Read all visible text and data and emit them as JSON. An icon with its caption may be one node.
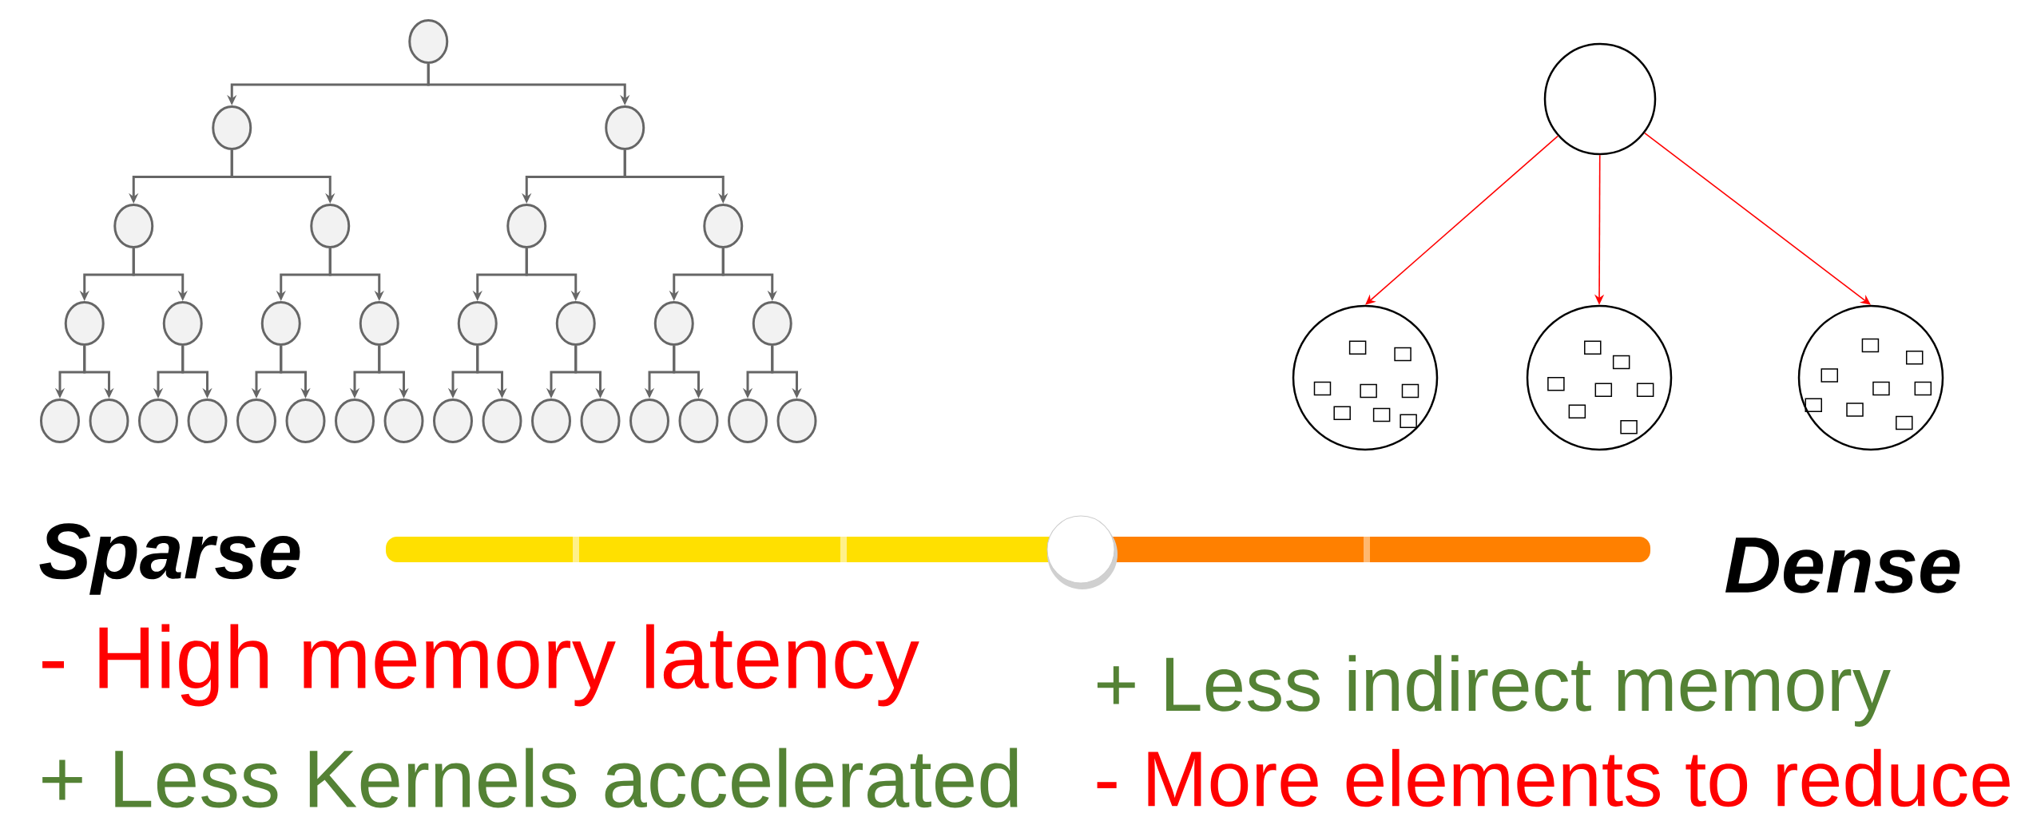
{
  "diagram": {
    "nodes": [
      {
        "text": [],
        "shape": "circle"
      },
      {
        "text": [],
        "shape": "circle"
      },
      {
        "text": [],
        "shape": "circle"
      },
      {
        "text": [],
        "shape": "circle"
      },
      {
        "text": [],
        "shape": "circle"
      },
      {
        "text": [],
        "shape": "circle"
      },
      {
        "text": [],
        "shape": "circle"
      },
      {
        "text": [],
        "shape": "circle"
      },
      {
        "text": [],
        "shape": "circle"
      },
      {
        "text": [],
        "shape": "circle"
      },
      {
        "text": [],
        "shape": "circle"
      },
      {
        "text": [],
        "shape": "circle"
      },
      {
        "text": [],
        "shape": "circle"
      },
      {
        "text": [],
        "shape": "circle"
      },
      {
        "text": [],
        "shape": "circle"
      },
      {
        "text": [],
        "shape": "circle"
      },
      {
        "text": [],
        "shape": "circle"
      },
      {
        "text": [],
        "shape": "circle"
      },
      {
        "text": [],
        "shape": "circle"
      },
      {
        "text": [],
        "shape": "circle"
      },
      {
        "text": [],
        "shape": "circle"
      },
      {
        "text": [],
        "shape": "circle"
      },
      {
        "text": [],
        "shape": "circle"
      },
      {
        "text": [],
        "shape": "circle"
      },
      {
        "text": [],
        "shape": "circle"
      },
      {
        "text": [],
        "shape": "circle"
      },
      {
        "text": [],
        "shape": "circle"
      },
      {
        "text": [],
        "shape": "circle"
      },
      {
        "text": [],
        "shape": "circle"
      },
      {
        "text": [],
        "shape": "circle"
      },
      {
        "text": [],
        "shape": "circle"
      },
      {
        "text": [],
        "shape": "circle"
      },
      {
        "text": [],
        "shape": "circle"
      },
      {
        "text": [],
        "shape": "circle"
      },
      {
        "text": [],
        "shape": "circle"
      }
    ],
    "edges": [
      {
        "from": 0,
        "to": 1,
        "arrow": "to"
      },
      {
        "from": 0,
        "to": 2,
        "arrow": "to"
      },
      {
        "from": 1,
        "to": 3,
        "arrow": "to"
      },
      {
        "from": 1,
        "to": 4,
        "arrow": "to"
      },
      {
        "from": 2,
        "to": 5,
        "arrow": "to"
      },
      {
        "from": 2,
        "to": 6,
        "arrow": "to"
      },
      {
        "from": 3,
        "to": 7,
        "arrow": "to"
      },
      {
        "from": 3,
        "to": 8,
        "arrow": "to"
      },
      {
        "from": 4,
        "to": 9,
        "arrow": "to"
      },
      {
        "from": 4,
        "to": 10,
        "arrow": "to"
      },
      {
        "from": 5,
        "to": 11,
        "arrow": "to"
      },
      {
        "from": 5,
        "to": 12,
        "arrow": "to"
      },
      {
        "from": 6,
        "to": 13,
        "arrow": "to"
      },
      {
        "from": 6,
        "to": 14,
        "arrow": "to"
      },
      {
        "from": 7,
        "to": 15,
        "arrow": "to"
      },
      {
        "from": 7,
        "to": 16,
        "arrow": "to"
      },
      {
        "from": 8,
        "to": 17,
        "arrow": "to"
      },
      {
        "from": 8,
        "to": 18,
        "arrow": "to"
      },
      {
        "from": 9,
        "to": 19,
        "arrow": "to"
      },
      {
        "from": 9,
        "to": 20,
        "arrow": "to"
      },
      {
        "from": 10,
        "to": 21,
        "arrow": "to"
      },
      {
        "from": 10,
        "to": 22,
        "arrow": "to"
      },
      {
        "from": 11,
        "to": 23,
        "arrow": "to"
      },
      {
        "from": 11,
        "to": 24,
        "arrow": "to"
      },
      {
        "from": 12,
        "to": 25,
        "arrow": "to"
      },
      {
        "from": 12,
        "to": 26,
        "arrow": "to"
      },
      {
        "from": 13,
        "to": 27,
        "arrow": "to"
      },
      {
        "from": 13,
        "to": 28,
        "arrow": "to"
      },
      {
        "from": 14,
        "to": 29,
        "arrow": "to"
      },
      {
        "from": 14,
        "to": 30,
        "arrow": "to"
      },
      {
        "from": 31,
        "to": 32,
        "arrow": "to",
        "color": "#ff0000"
      },
      {
        "from": 31,
        "to": 33,
        "arrow": "to",
        "color": "#ff0000"
      },
      {
        "from": 31,
        "to": 34,
        "arrow": "to",
        "color": "#ff0000"
      }
    ],
    "labels": [
      "Sparse",
      "Dense",
      "- High memory latency",
      "+ Less Kernels accelerated",
      "+ Less indirect memory",
      "- More elements to reduce"
    ]
  }
}
